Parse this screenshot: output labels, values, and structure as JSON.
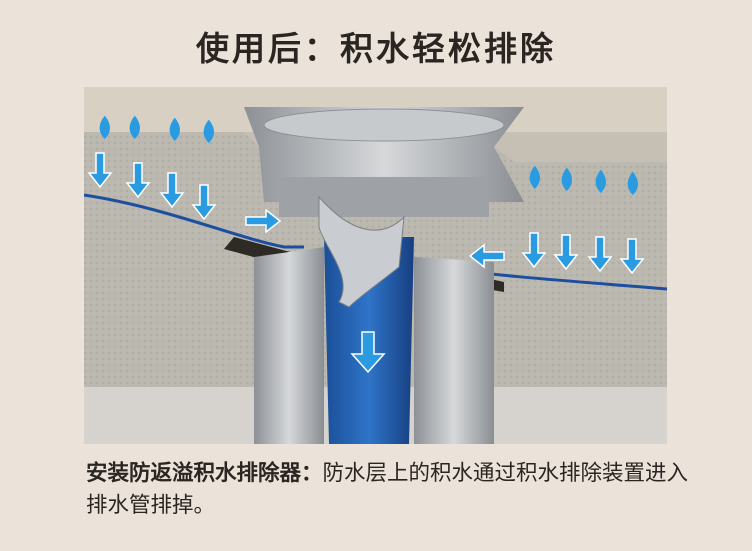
{
  "title": "使用后：积水轻松排除",
  "caption": {
    "bold": "安装防返溢积水排除器：",
    "text": "防水层上的积水通过积水排除装置进入排水管排掉。"
  },
  "colors": {
    "background": "#ebe3da",
    "water_blue": "#2a9be0",
    "pipe_blue": "#1d5fb0",
    "concrete": "#b9b6ae"
  },
  "icons": [
    "water-drop-icon",
    "down-arrow-icon",
    "left-arrow-icon",
    "right-arrow-icon"
  ]
}
